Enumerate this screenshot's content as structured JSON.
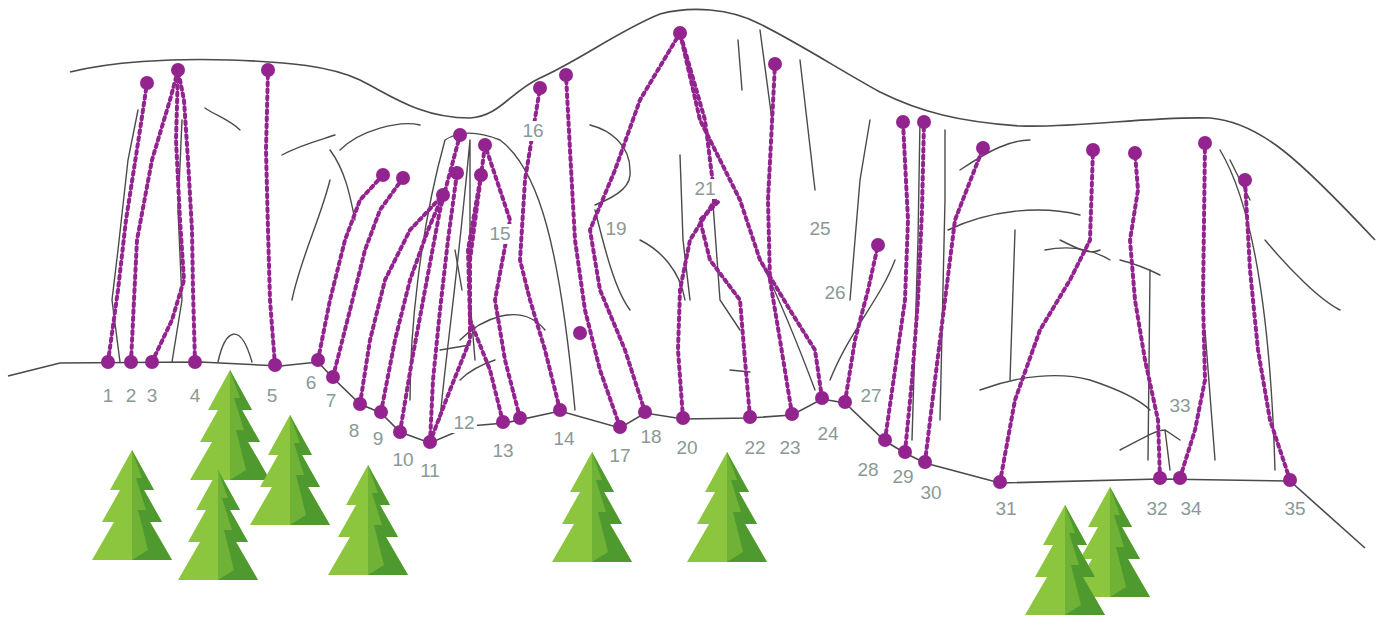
{
  "diagram": {
    "labels": [
      "1",
      "2",
      "3",
      "4",
      "5",
      "6",
      "7",
      "8",
      "9",
      "10",
      "11",
      "12",
      "13",
      "14",
      "15",
      "16",
      "17",
      "18",
      "19",
      "20",
      "21",
      "22",
      "23",
      "24",
      "25",
      "26",
      "27",
      "28",
      "29",
      "30",
      "31",
      "32",
      "33",
      "34",
      "35"
    ]
  }
}
